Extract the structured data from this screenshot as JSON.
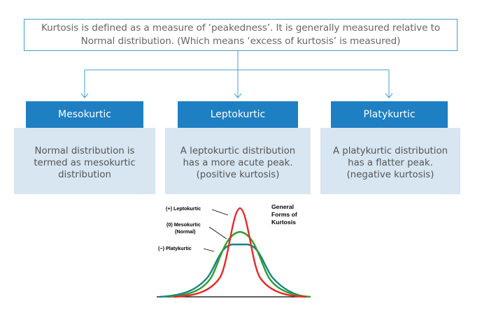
{
  "definition": {
    "line1": "Kurtosis is defined as a measure of ‘peakedness’. It is generally measured relative to",
    "line2": "Normal distribution. (Which means ‘excess of kurtosis’ is measured)"
  },
  "categories": [
    {
      "title": "Mesokurtic",
      "desc": [
        "Normal distribution is",
        "termed as mesokurtic",
        "distribution"
      ]
    },
    {
      "title": "Leptokurtic",
      "desc": [
        "A leptokurtic distribution",
        "has a more acute peak.",
        "(positive kurtosis)"
      ]
    },
    {
      "title": "Platykurtic",
      "desc": [
        "A platykurtic distribution",
        "has a flatter peak.",
        "(negative kurtosis)"
      ]
    }
  ],
  "figure": {
    "title": [
      "General",
      "Forms of",
      "Kurtosis"
    ],
    "labels": {
      "lepto": "(+) Leptokurtic",
      "meso1": "(0) Mesokurtic",
      "meso2": "(Normal)",
      "platy": "(−) Platykurtic"
    },
    "colors": {
      "lepto": "#e8282b",
      "meso": "#2ca02c",
      "platy": "#1a7f86",
      "arrows": "#3fa0cf",
      "header": "#1e7fc2",
      "card": "#d7e6f1"
    }
  }
}
